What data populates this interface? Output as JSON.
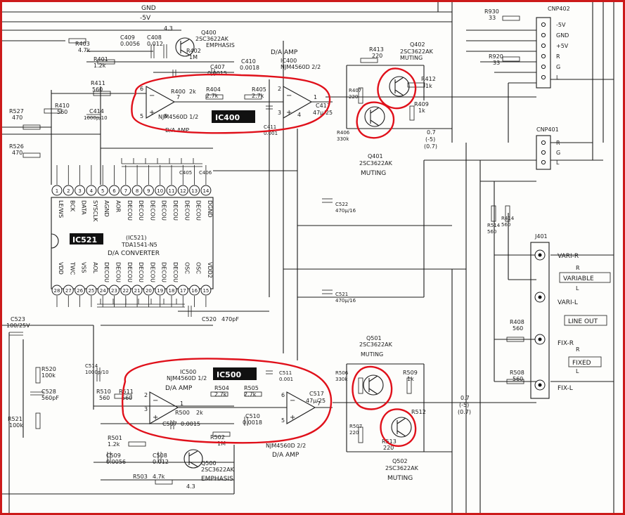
{
  "rails": {
    "gnd": "GND",
    "m5v": "-5V"
  },
  "connectors": {
    "cnp402": {
      "name": "CNP402",
      "pins": [
        "-5V",
        "GND",
        "+5V",
        "R",
        "G",
        "L"
      ]
    },
    "cnp401": {
      "name": "CNP401",
      "pins": [
        "R",
        "G",
        "L"
      ]
    },
    "j401": {
      "name": "J401",
      "jacks": [
        "VARI-R",
        "VARI-L",
        "FIX-R",
        "FIX-L"
      ],
      "variable_label": "VARIABLE",
      "line_out_label": "LINE OUT",
      "fixed_label": "FIXED",
      "r": "R",
      "l": "L"
    }
  },
  "ic521": {
    "tag": "IC521",
    "part": "TDA1541-N5",
    "ref": "(IC521)",
    "desc": "D/A CONVERTER",
    "top_pins": [
      "1",
      "2",
      "3",
      "4",
      "5",
      "6",
      "7",
      "8",
      "9",
      "10",
      "11",
      "12",
      "13",
      "14"
    ],
    "top_names": [
      "LE/WS",
      "BCK",
      "DATA",
      "SYSCLK",
      "AGND",
      "AOR",
      "DECOU",
      "DECOU",
      "DECOU",
      "DECOU",
      "DECOU",
      "DECOU",
      "DECOU",
      "DGND"
    ],
    "bottom_pins": [
      "28",
      "27",
      "26",
      "25",
      "24",
      "23",
      "22",
      "21",
      "20",
      "19",
      "18",
      "17",
      "16",
      "15"
    ],
    "bottom_names": [
      "VDD",
      "TWC",
      "VSS",
      "AOL",
      "DECOU",
      "DECOU",
      "DECOU",
      "DECOU",
      "DECOU",
      "DECOU",
      "DECOU",
      "OSC",
      "OSC",
      "VDD2"
    ]
  },
  "ic400": {
    "tag": "IC400",
    "part1": "NJM4560D 1/2",
    "part2": "NJM4560D 2/2",
    "ref": "IC400",
    "amp1": "D/A AMP",
    "amp2": "D/A AMP"
  },
  "ic500": {
    "tag": "IC500",
    "part1": "NJM4560D 1/2",
    "part2": "NJM4560D 2/2",
    "ref": "IC500",
    "amp1": "D/A AMP",
    "amp2": "D/A AMP"
  },
  "transistors": {
    "q400": {
      "ref": "Q400",
      "part": "2SC3622AK",
      "func": "EMPHASIS"
    },
    "q402": {
      "ref": "Q402",
      "part": "2SC3622AK",
      "func": "MUTING"
    },
    "q401": {
      "ref": "Q401",
      "part": "2SC3622AK",
      "func": "MUTING"
    },
    "q501": {
      "ref": "Q501",
      "part": "2SC3622AK",
      "func": "MUTING"
    },
    "q502": {
      "ref": "Q502",
      "part": "2SC3622AK",
      "func": "MUTING"
    },
    "q500": {
      "ref": "Q500",
      "part": "2SC3622AK",
      "func": "EMPHASIS"
    }
  },
  "parts": {
    "r403": "R403",
    "r403v": "4.7k",
    "c409": "C409",
    "c409v": "0.0056",
    "c408": "C408",
    "c408v": "0.012",
    "r402": "R402",
    "r402v": "1M",
    "r401": "R401",
    "r401v": "1.2k",
    "c410": "C410",
    "c410v": "0.0018",
    "c407": "C407",
    "c407v": "0.0015",
    "r411": "R411",
    "r411v": "560",
    "r400": "R400",
    "r400v": "2k",
    "r404": "R404",
    "r404v": "2.7k",
    "r405": "R405",
    "r405v": "2.7k",
    "r410": "R410",
    "r410v": "560",
    "c414": "C414",
    "c414v": "1000p/10",
    "r527": "R527",
    "r527v": "470",
    "r526": "R526",
    "r526v": "470",
    "c411": "C411",
    "c411v": "0.001",
    "c417": "C417",
    "c417v": "47μ/25",
    "r413": "R413",
    "r413v": "220",
    "r407": "R407",
    "r407v": "220",
    "r406": "R406",
    "r406v": "330k",
    "r412": "R412",
    "r412v": "1k",
    "r409": "R409",
    "r409v": "1k",
    "r930": "R930",
    "r930v": "33",
    "r920": "R920",
    "r920v": "33",
    "r514": "R514",
    "r514v": "560",
    "r414": "R414",
    "r414v": "560",
    "r408": "R408",
    "r408v": "560",
    "r508": "R508",
    "r508v": "560",
    "c522": "C522",
    "c522v": "470μ/16",
    "c521": "C521",
    "c521v": "470μ/16",
    "c520": "C520",
    "c520v": "470pF",
    "c523": "C523",
    "c523v": "100/25V",
    "r520": "R520",
    "r520v": "100k",
    "c528": "C528",
    "c528v": "560pF",
    "r521": "R521",
    "r521v": "100k",
    "c514": "C514",
    "c514v": "1000p/10",
    "r510": "R510",
    "r510v": "560",
    "r511": "R511",
    "r511v": "560",
    "r500": "R500",
    "r500v": "2k",
    "c507": "C507",
    "c507v": "0.0015",
    "r504": "R504",
    "r504v": "2.7k",
    "r505": "R505",
    "r505v": "2.7k",
    "c510": "C510",
    "c510v": "0.0018",
    "c511": "C511",
    "c511v": "0.001",
    "c517": "C517",
    "c517v": "47μ/25",
    "r501": "R501",
    "r501v": "1.2k",
    "r502": "R502",
    "r502v": "1M",
    "c509": "C509",
    "c509v": "0.0056",
    "c508": "C508",
    "c508v": "0.012",
    "r503": "R503",
    "r503v": "4.7k",
    "r506": "R506",
    "r506v": "330k",
    "r507": "R507",
    "r507v": "220",
    "r513": "R513",
    "r513v": "220",
    "r509": "R509",
    "r509v": "1k",
    "r512": "R512",
    "c406": "C406",
    "c405": "C405"
  },
  "voltages": {
    "v43a": "4.3",
    "v43b": "4.3",
    "v07a": "0.7",
    "v51a": "(-5)",
    "v07b": "(0.7)",
    "v07c": "0.7",
    "v51b": "(-5)",
    "v07d": "(0.7)"
  }
}
